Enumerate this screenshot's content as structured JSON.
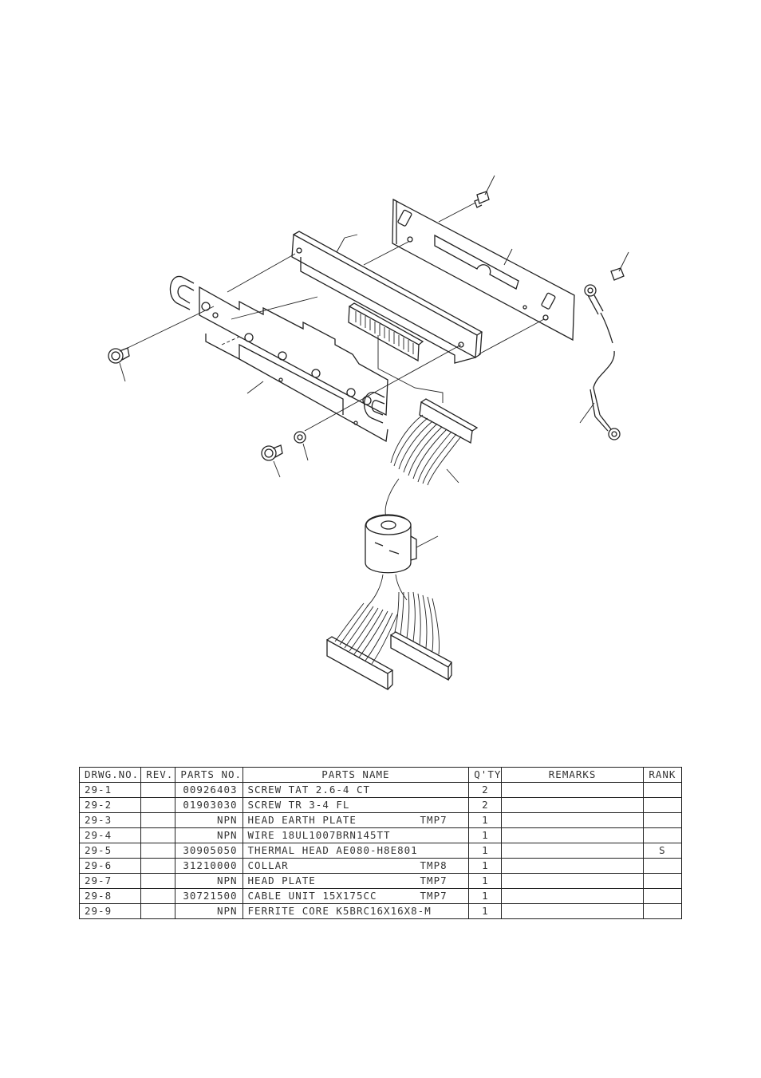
{
  "table": {
    "headers": {
      "drwg_no": "DRWG.NO.",
      "rev": "REV.",
      "parts_no": "PARTS NO.",
      "parts_name": "PARTS NAME",
      "qty": "Q'TY",
      "remarks": "REMARKS",
      "rank": "RANK"
    },
    "rows": [
      {
        "drwg_no": "29-1",
        "rev": "",
        "parts_no": "00926403",
        "parts_name": "SCREW TAT 2.6-4 CT",
        "tmp": "",
        "qty": "2",
        "remarks": "",
        "rank": ""
      },
      {
        "drwg_no": "29-2",
        "rev": "",
        "parts_no": "01903030",
        "parts_name": "SCREW TR 3-4 FL",
        "tmp": "",
        "qty": "2",
        "remarks": "",
        "rank": ""
      },
      {
        "drwg_no": "29-3",
        "rev": "",
        "parts_no": "NPN",
        "parts_name": "HEAD EARTH PLATE",
        "tmp": "TMP7",
        "qty": "1",
        "remarks": "",
        "rank": ""
      },
      {
        "drwg_no": "29-4",
        "rev": "",
        "parts_no": "NPN",
        "parts_name": "WIRE 18UL1007BRN145TT",
        "tmp": "",
        "qty": "1",
        "remarks": "",
        "rank": ""
      },
      {
        "drwg_no": "29-5",
        "rev": "",
        "parts_no": "30905050",
        "parts_name": "THERMAL HEAD AE080-H8E801",
        "tmp": "",
        "qty": "1",
        "remarks": "",
        "rank": "S"
      },
      {
        "drwg_no": "29-6",
        "rev": "",
        "parts_no": "31210000",
        "parts_name": "COLLAR",
        "tmp": "TMP8",
        "qty": "1",
        "remarks": "",
        "rank": ""
      },
      {
        "drwg_no": "29-7",
        "rev": "",
        "parts_no": "NPN",
        "parts_name": "HEAD PLATE",
        "tmp": "TMP7",
        "qty": "1",
        "remarks": "",
        "rank": ""
      },
      {
        "drwg_no": "29-8",
        "rev": "",
        "parts_no": "30721500",
        "parts_name": "CABLE UNIT 15X175CC",
        "tmp": "TMP7",
        "qty": "1",
        "remarks": "",
        "rank": ""
      },
      {
        "drwg_no": "29-9",
        "rev": "",
        "parts_no": "NPN",
        "parts_name": "FERRITE CORE K5BRC16X16X8-M",
        "tmp": "",
        "qty": "1",
        "remarks": "",
        "rank": ""
      }
    ]
  }
}
